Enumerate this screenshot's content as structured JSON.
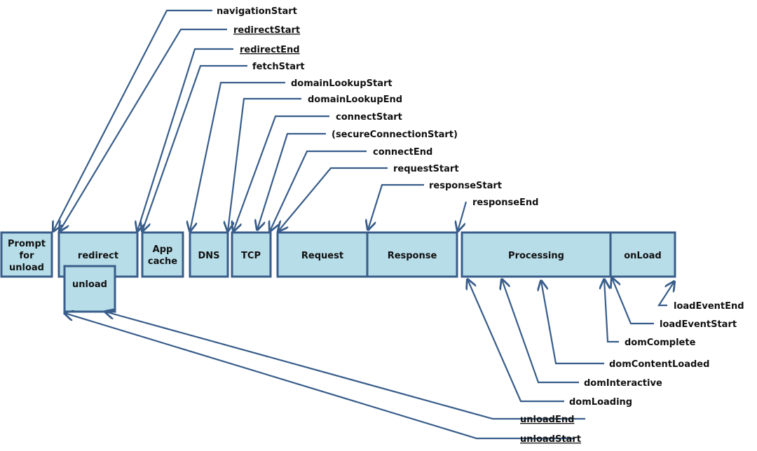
{
  "boxes": {
    "prompt": [
      "Prompt",
      "for",
      "unload"
    ],
    "redirect": "redirect",
    "unload": "unload",
    "appcache": [
      "App",
      "cache"
    ],
    "dns": "DNS",
    "tcp": "TCP",
    "request": "Request",
    "response": "Response",
    "processing": "Processing",
    "onload": "onLoad"
  },
  "labels": {
    "navigationStart": "navigationStart",
    "redirectStart": "redirectStart",
    "redirectEnd": "redirectEnd",
    "fetchStart": "fetchStart",
    "domainLookupStart": "domainLookupStart",
    "domainLookupEnd": "domainLookupEnd",
    "connectStart": "connectStart",
    "secureConnectionStart": "(secureConnectionStart)",
    "connectEnd": "connectEnd",
    "requestStart": "requestStart",
    "responseStart": "responseStart",
    "responseEnd": "responseEnd",
    "loadEventEnd": "loadEventEnd",
    "loadEventStart": "loadEventStart",
    "domComplete": "domComplete",
    "domContentLoaded": "domContentLoaded",
    "domInteractive": "domInteractive",
    "domLoading": "domLoading",
    "unloadEnd": "unloadEnd",
    "unloadStart": "unloadStart"
  },
  "colors": {
    "box_fill": "#b7dde8",
    "box_stroke": "#385d8a",
    "line": "#385d8a"
  }
}
